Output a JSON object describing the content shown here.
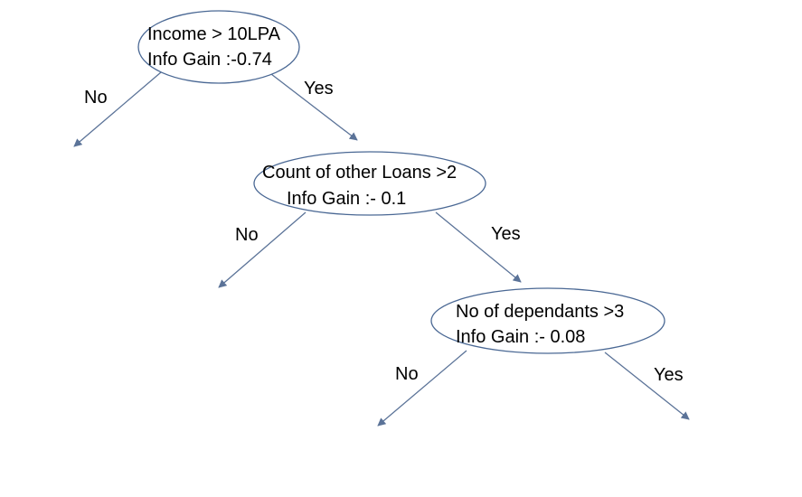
{
  "colors": {
    "node_outline": "#4a6894",
    "edge": "#5b7398",
    "text": "#000000",
    "background": "#ffffff"
  },
  "nodes": [
    {
      "line1": "Income > 10LPA",
      "line2": "Info Gain :-0.74"
    },
    {
      "line1": "Count of other Loans >2",
      "line2": "Info Gain :- 0.1"
    },
    {
      "line1": "No of dependants >3",
      "line2": "Info Gain :- 0.08"
    }
  ],
  "edges": [
    {
      "label": "No"
    },
    {
      "label": "Yes"
    },
    {
      "label": "No"
    },
    {
      "label": "Yes"
    },
    {
      "label": "No"
    },
    {
      "label": "Yes"
    }
  ]
}
